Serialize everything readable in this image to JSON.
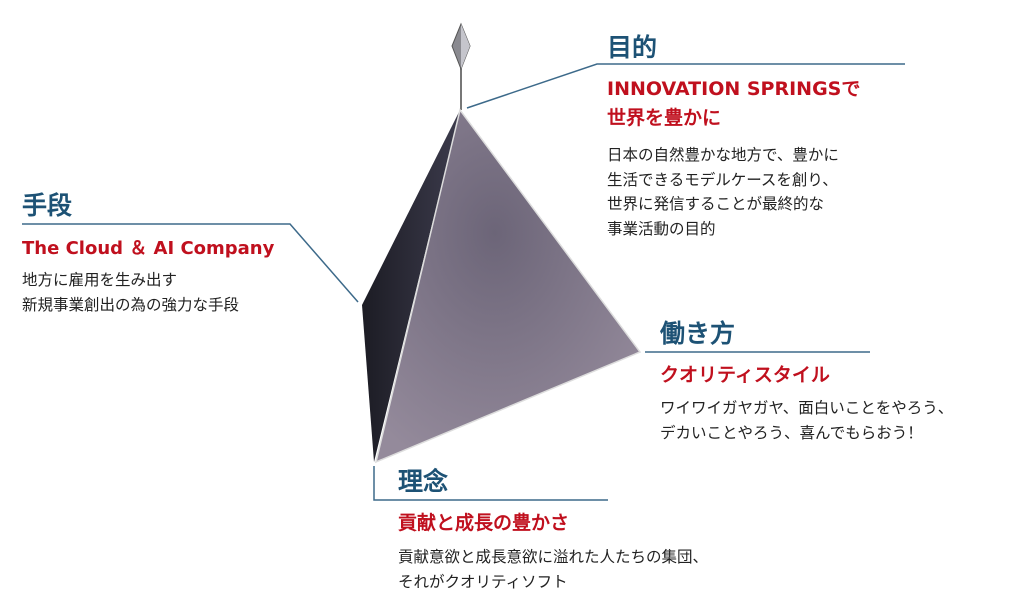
{
  "purpose": {
    "title": "目的",
    "subtitle": [
      "INNOVATION SPRINGSで",
      "世界を豊かに"
    ],
    "body": [
      "日本の自然豊かな地方で、豊かに",
      "生活できるモデルケースを創り、",
      "世界に発信することが最終的な",
      "事業活動の目的"
    ]
  },
  "means": {
    "title": "手段",
    "subtitle": "The Cloud ＆ AI Company",
    "body": [
      "地方に雇用を生み出す",
      "新規事業創出の為の強力な手段"
    ]
  },
  "workstyle": {
    "title": "働き方",
    "subtitle": "クオリティスタイル",
    "body": [
      "ワイワイガヤガヤ、面白いことをやろう、",
      "デカいことやろう、喜んでもらおう！"
    ]
  },
  "philosophy": {
    "title": "理念",
    "subtitle": "貢献と成長の豊かさ",
    "body": [
      "貢献意欲と成長意欲に溢れた人たちの集団、",
      "それがクオリティソフト"
    ]
  },
  "colors": {
    "title": "#1d5275",
    "accent": "#c0101e",
    "line": "#3d6a8a"
  }
}
